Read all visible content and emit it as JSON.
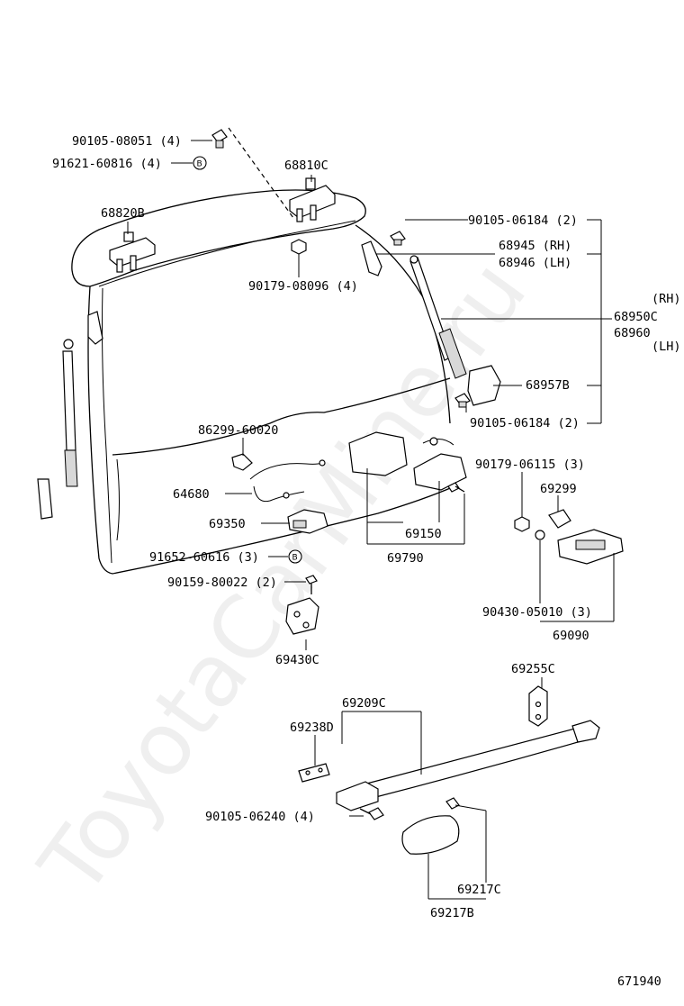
{
  "watermark": "ToyotaCarMine.ru",
  "diagram_id": "671940",
  "labels": {
    "p90105_08051": "90105-08051 (4)",
    "p91621_60816": "91621-60816 (4)",
    "p68810C": "68810C",
    "p68820B": "68820B",
    "p90179_08096": "90179-08096 (4)",
    "p90105_06184_top": "90105-06184 (2)",
    "p68945": "68945 (RH)",
    "p68946": "68946 (LH)",
    "rh": "(RH)",
    "p68950C": "68950C",
    "p68960": "68960",
    "lh": "(LH)",
    "p68957B": "68957B",
    "p90105_06184_bot": "90105-06184 (2)",
    "p86299_60020": "86299-60020",
    "p90179_06115": "90179-06115 (3)",
    "p69299": "69299",
    "p64680": "64680",
    "p69350": "69350",
    "p69150": "69150",
    "p69790": "69790",
    "p91652_60616": "91652-60616 (3)",
    "p90159_80022": "90159-80022 (2)",
    "p90430_05010": "90430-05010 (3)",
    "p69090": "69090",
    "p69430C": "69430C",
    "p69255C": "69255C",
    "p69209C": "69209C",
    "p69238D": "69238D",
    "p90105_06240": "90105-06240 (4)",
    "p69217C": "69217C",
    "p69217B": "69217B",
    "marker_b": "B"
  }
}
